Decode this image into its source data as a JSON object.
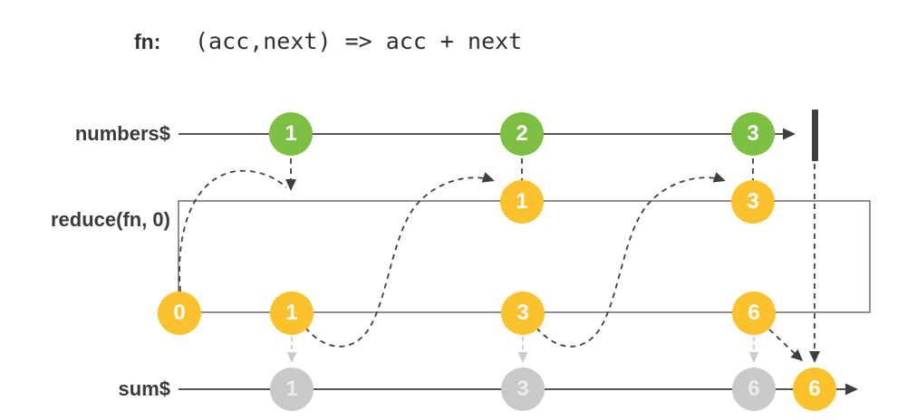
{
  "function_definition": {
    "label": "fn:",
    "code": "(acc,next) => acc + next"
  },
  "source_stream": {
    "label": "numbers$",
    "marbles": [
      "1",
      "2",
      "3"
    ],
    "completed": true
  },
  "operator": {
    "label": "reduce(fn, 0)",
    "seed": "0",
    "emitted_intermediate": [
      "1",
      "3"
    ],
    "accumulator_values": [
      "0",
      "1",
      "3",
      "6"
    ]
  },
  "output_stream": {
    "label": "sum$",
    "pending_marbles": [
      "1",
      "3",
      "6"
    ],
    "final_marble": "6"
  },
  "colors": {
    "source_marble": "#7cbf42",
    "accumulator_marble": "#fbc22d",
    "pending_marble": "#c9c9c9",
    "timeline": "#555555",
    "dashed_arrow": "#3f3f3f",
    "light_dashed_arrow": "#cccccc",
    "operator_box_border": "#757575",
    "label_text": "#3a3a3a"
  }
}
